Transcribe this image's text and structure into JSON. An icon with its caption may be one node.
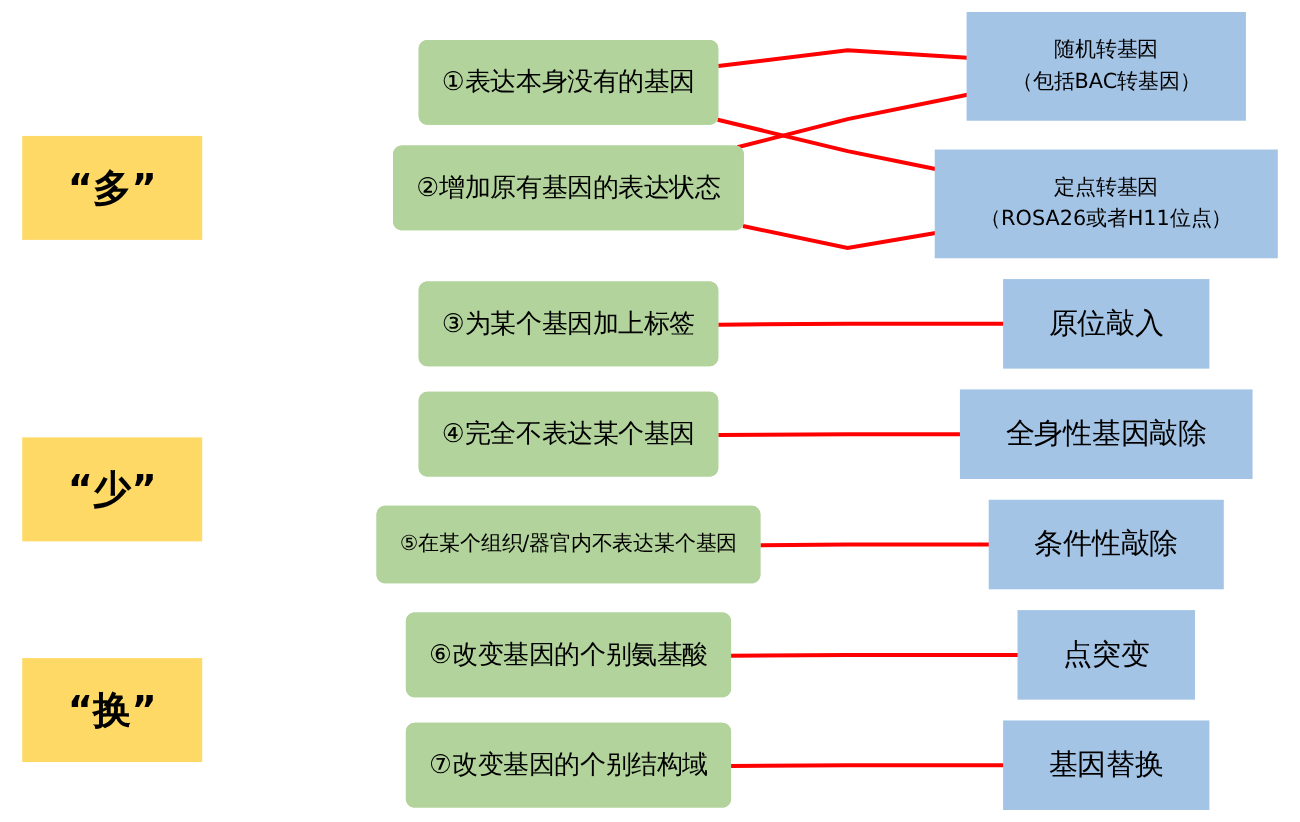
{
  "diagram": {
    "nodes": [
      {
        "text": [
          "“多”"
        ]
      },
      {
        "text": [
          "①表达本身没有的基因"
        ]
      },
      {
        "text": [
          "随机转基因",
          "（包括BAC转基因）"
        ]
      },
      {
        "text": [
          "②增加原有基因的表达状态"
        ]
      },
      {
        "text": [
          "定点转基因",
          "（ROSA26或者H11位点）"
        ]
      },
      {
        "text": [
          "③为某个基因加上标签"
        ]
      },
      {
        "text": [
          "原位敲入"
        ]
      },
      {
        "text": [
          "“少”"
        ]
      },
      {
        "text": [
          "④完全不表达某个基因"
        ]
      },
      {
        "text": [
          "全身性基因敲除"
        ]
      },
      {
        "text": [
          "⑤在某个组织/器官内不表达某个基因"
        ]
      },
      {
        "text": [
          "条件性敲除"
        ]
      },
      {
        "text": [
          "“换”"
        ]
      },
      {
        "text": [
          "⑥改变基因的个别氨基酸"
        ]
      },
      {
        "text": [
          "点突变"
        ]
      },
      {
        "text": [
          "⑦改变基因的个别结构域"
        ]
      },
      {
        "text": [
          "基因替换"
        ]
      }
    ],
    "edges": [
      {
        "from": 1,
        "to": 2,
        "arrow": "none"
      },
      {
        "from": 1,
        "to": 4,
        "arrow": "none"
      },
      {
        "from": 3,
        "to": 2,
        "arrow": "none"
      },
      {
        "from": 3,
        "to": 4,
        "arrow": "none"
      },
      {
        "from": 5,
        "to": 6,
        "arrow": "none"
      },
      {
        "from": 8,
        "to": 9,
        "arrow": "none"
      },
      {
        "from": 10,
        "to": 11,
        "arrow": "none"
      },
      {
        "from": 13,
        "to": 14,
        "arrow": "none"
      },
      {
        "from": 15,
        "to": 16,
        "arrow": "none"
      }
    ]
  }
}
